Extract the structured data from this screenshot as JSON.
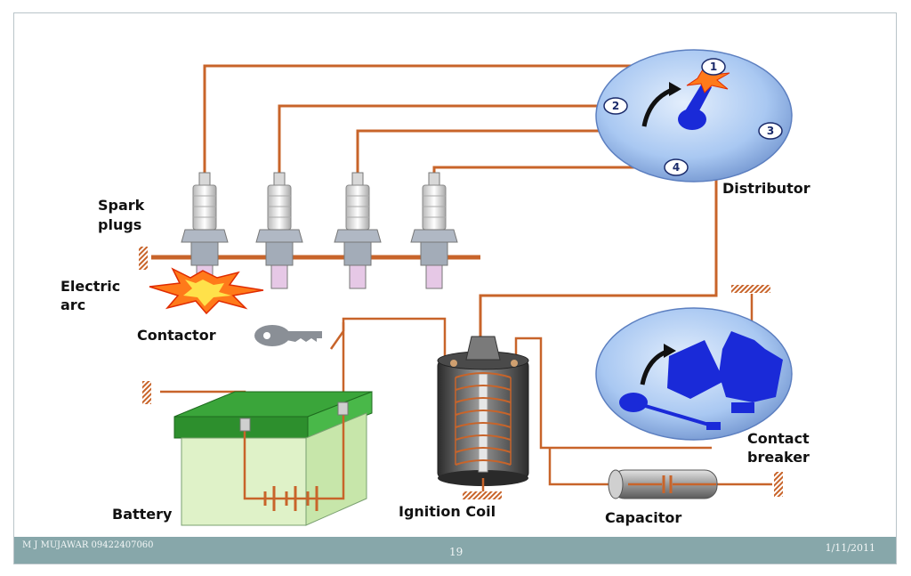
{
  "labels": {
    "spark_plugs_line1": "Spark",
    "spark_plugs_line2": "plugs",
    "electric_arc_line1": "Electric",
    "electric_arc_line2": "arc",
    "contactor": "Contactor",
    "battery": "Battery",
    "ignition_coil": "Ignition Coil",
    "capacitor": "Capacitor",
    "distributor": "Distributor",
    "contact_breaker_line1": "Contact",
    "contact_breaker_line2": "breaker"
  },
  "distributor_terminals": [
    "1",
    "2",
    "3",
    "4"
  ],
  "footer": {
    "author": "M J MUJAWAR 09422407060",
    "page": "19",
    "date": "1/11/2011"
  },
  "colors": {
    "wire": "#c8642a",
    "distributor_fill": "#a9c8f2",
    "battery_top": "#3aa53a",
    "footer_bar": "#87a7aa"
  }
}
